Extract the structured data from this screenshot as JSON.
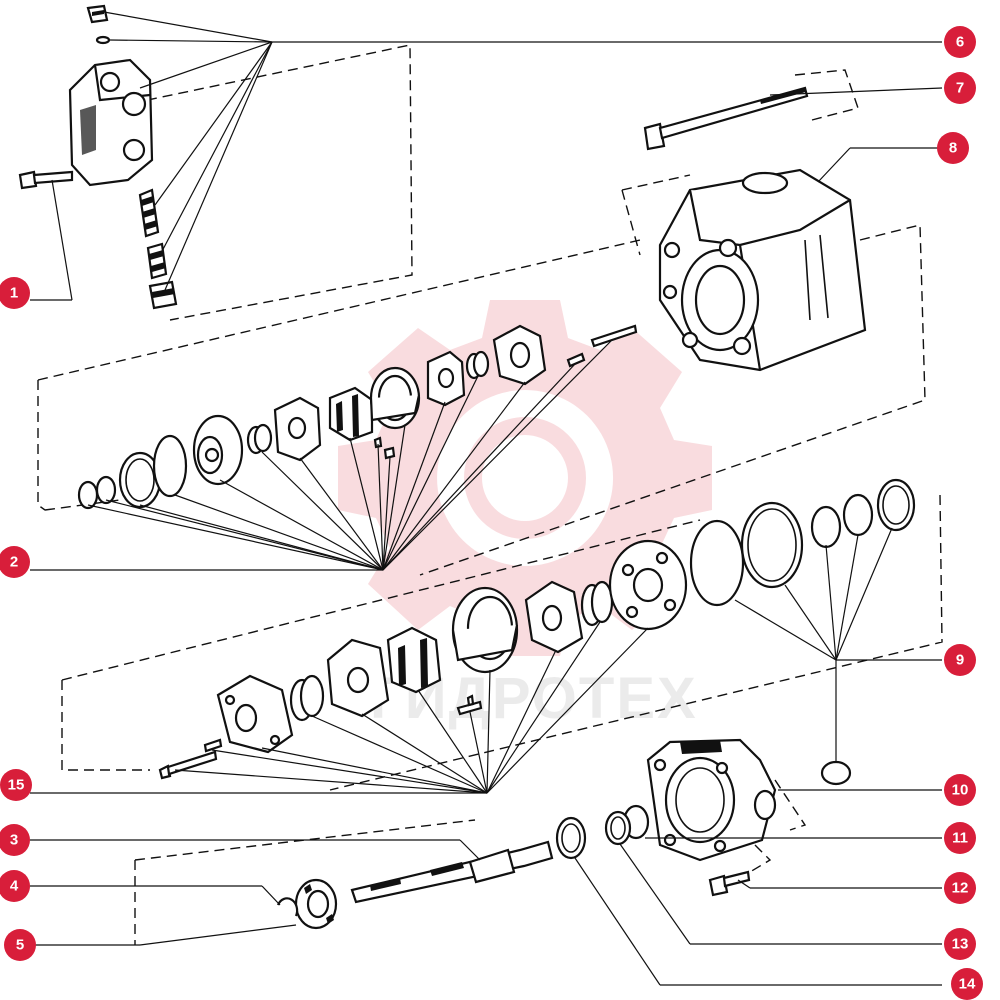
{
  "diagram": {
    "callouts": [
      {
        "id": "1",
        "label": "1"
      },
      {
        "id": "2",
        "label": "2"
      },
      {
        "id": "3",
        "label": "3"
      },
      {
        "id": "4",
        "label": "4"
      },
      {
        "id": "5",
        "label": "5"
      },
      {
        "id": "6",
        "label": "6"
      },
      {
        "id": "7",
        "label": "7"
      },
      {
        "id": "8",
        "label": "8"
      },
      {
        "id": "9",
        "label": "9"
      },
      {
        "id": "10",
        "label": "10"
      },
      {
        "id": "11",
        "label": "11"
      },
      {
        "id": "12",
        "label": "12"
      },
      {
        "id": "13",
        "label": "13"
      },
      {
        "id": "14",
        "label": "14"
      },
      {
        "id": "15",
        "label": "15"
      }
    ],
    "watermark": {
      "text": "ГИДРОТЕХ",
      "color": "#f2b8bd"
    },
    "colors": {
      "callout_fill": "#d81e3a",
      "line": "#111111"
    }
  }
}
